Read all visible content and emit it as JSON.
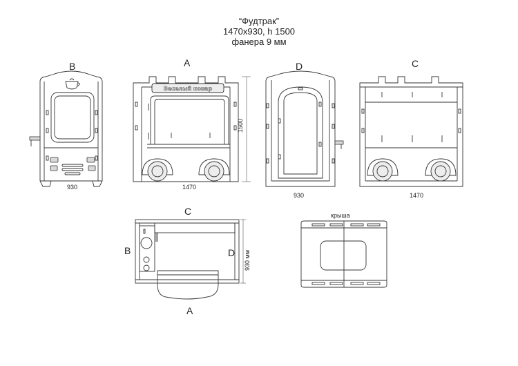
{
  "title": {
    "line1": "“Фудтрак”",
    "line2": "1470x930, h 1500",
    "line3": "фанера 9 мм"
  },
  "views": {
    "b": {
      "letter": "B",
      "dimension": "930"
    },
    "a": {
      "letter": "A",
      "dimension": "1470",
      "sign": "Веселый повар",
      "height": "1500"
    },
    "d": {
      "letter": "D",
      "dimension": "930"
    },
    "c": {
      "letter": "C",
      "dimension": "1470"
    }
  },
  "plan": {
    "top": "C",
    "left": "B",
    "right": "D",
    "bottom": "A",
    "depth": "930 мм"
  },
  "roof": {
    "label": "крыша"
  }
}
